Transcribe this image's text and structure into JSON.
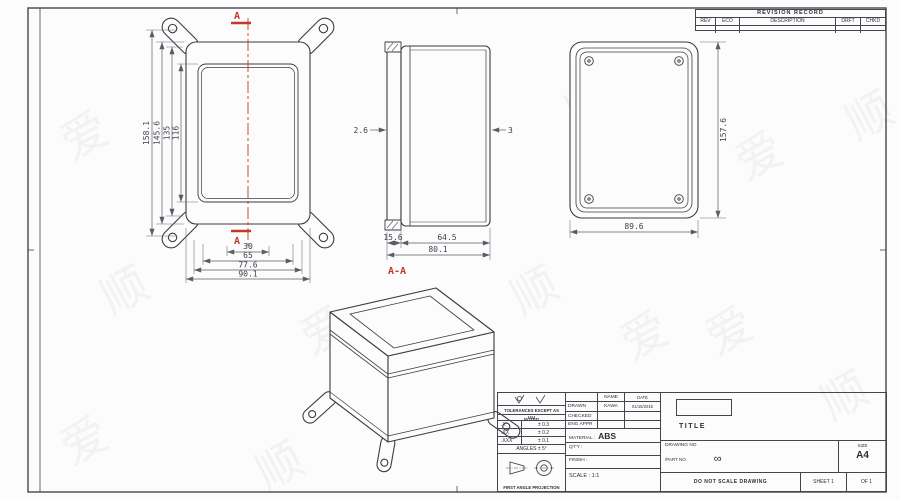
{
  "colors": {
    "section_red": "#c0392b",
    "line": "#3b3b44",
    "dim": "#3f3f4a"
  },
  "watermark": {
    "c1": "爱",
    "c2": "顺"
  },
  "revision": {
    "title": "REVISION RECORD",
    "headers": [
      "REV",
      "ECO",
      "DESCRIPTION",
      "DRFT",
      "CHKD"
    ]
  },
  "front": {
    "h_overall": "158.1",
    "h_body": "145.6",
    "h_mid": "135",
    "h_inner": "116",
    "w_center": "30",
    "w_mid": "65",
    "w_holes": "77.6",
    "w_overall": "90.1",
    "section_top": "A",
    "section_bottom": "A"
  },
  "side": {
    "t_flange": "2.6",
    "t_wall": "3",
    "b_flange": "15.6",
    "b_body": "64.5",
    "b_overall": "80.1"
  },
  "rightv": {
    "dim_h": "157.6",
    "dim_w": "89.6"
  },
  "iso": {
    "label": "A-A"
  },
  "tolerances": {
    "heading": "TOLERANCES EXCEPT AS NOTED",
    "unit": "MM",
    "r1l": ".X",
    "r1v": "± 0.3",
    "r2l": ".XX",
    "r2v": "± 0.2",
    "r3l": ".XXX",
    "r3v": "± 0.1",
    "angles": "ANGLES ± 5°",
    "projection": "FIRST ANGLE PROJECTION"
  },
  "title_block": {
    "name_h": "NAME",
    "date_h": "DATE",
    "drawn": "DRAWN",
    "drawn_name": "KAWA",
    "drawn_date": "01/15/2015",
    "checked": "CHECKED",
    "eng": "ENG APPR",
    "material_l": "MATERIAL :",
    "material_v": "ABS",
    "qty": "QT'Y :",
    "finish": "FINISH :",
    "scale": "SCALE : 1:1",
    "title": "TITLE",
    "drawing_no": "DRAWING NO",
    "part_no": "/PART NO",
    "part_sym": "∞",
    "size_l": "SIZE",
    "size_v": "A4",
    "sheet": "SHEET 1",
    "of": "OF 1",
    "dns": "DO NOT SCALE DRAWING"
  }
}
